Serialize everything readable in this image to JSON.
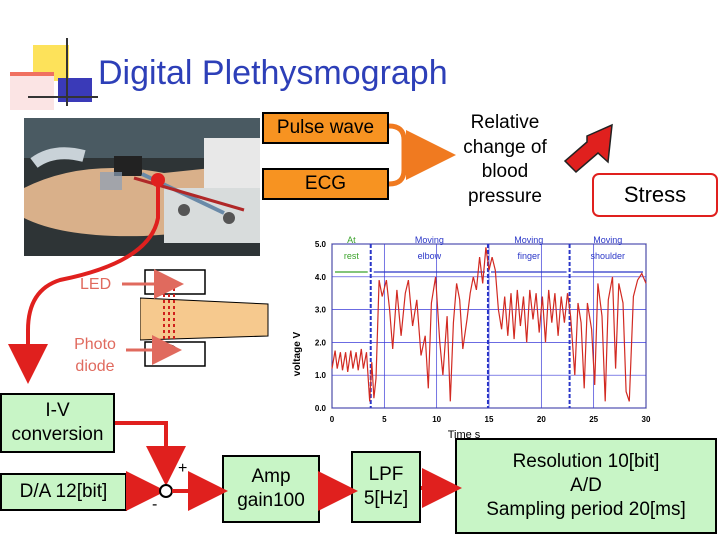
{
  "title": "Digital Plethysmograph",
  "signals": {
    "pulse_wave": "Pulse wave",
    "ecg": "ECG"
  },
  "relative_change": [
    "Relative",
    "change of",
    "blood",
    "pressure"
  ],
  "stress": "Stress",
  "sensor": {
    "led": "LED",
    "photo_diode": [
      "Photo",
      "diode"
    ]
  },
  "blocks": {
    "iv": [
      "I-V",
      "conversion"
    ],
    "da": "D/A 12[bit]",
    "amp": [
      "Amp",
      "gain100"
    ],
    "lpf": [
      "LPF",
      "5[Hz]"
    ],
    "ad": [
      "Resolution 10[bit]",
      "A/D",
      "Sampling period 20[ms]"
    ],
    "plus": "+",
    "minus": "-"
  },
  "colors": {
    "title": "#2d3fb8",
    "orange": "#f79321",
    "green_box": "#c8f5c6",
    "arrow_red": "#e0201e",
    "trace": "#d22a22"
  },
  "chart_data": {
    "type": "line",
    "title": "",
    "xlabel": "Time  s",
    "ylabel": "voltage  V",
    "xlim": [
      0,
      30
    ],
    "ylim": [
      0,
      5
    ],
    "xticks": [
      "0",
      "5",
      "10",
      "15",
      "20",
      "25",
      "30"
    ],
    "yticks": [
      "0.0",
      "1.0",
      "2.0",
      "3.0",
      "4.0",
      "5.0"
    ],
    "grid": true,
    "segments": [
      {
        "label": [
          "At",
          "rest"
        ],
        "start": 0,
        "end": 3.7,
        "color": "#3aa22a"
      },
      {
        "label": [
          "Moving",
          "elbow"
        ],
        "start": 3.7,
        "end": 14.9,
        "color": "#2a36c8"
      },
      {
        "label": [
          "Moving",
          "finger"
        ],
        "start": 14.9,
        "end": 22.7,
        "color": "#2a36c8"
      },
      {
        "label": [
          "Moving",
          "shoulder"
        ],
        "start": 22.7,
        "end": 30,
        "color": "#2a36c8"
      }
    ],
    "series": [
      {
        "values": [
          [
            0,
            1.2
          ],
          [
            0.3,
            1.75
          ],
          [
            0.5,
            1.2
          ],
          [
            0.8,
            1.7
          ],
          [
            1.0,
            1.15
          ],
          [
            1.3,
            1.7
          ],
          [
            1.5,
            1.1
          ],
          [
            1.8,
            1.75
          ],
          [
            2.0,
            1.2
          ],
          [
            2.3,
            1.7
          ],
          [
            2.5,
            1.15
          ],
          [
            2.8,
            1.8
          ],
          [
            3.0,
            1.2
          ],
          [
            3.3,
            1.7
          ],
          [
            3.6,
            0.2
          ],
          [
            3.8,
            1.4
          ],
          [
            4.0,
            0.3
          ],
          [
            4.2,
            0.9
          ],
          [
            4.5,
            3.9
          ],
          [
            4.8,
            3.4
          ],
          [
            5.2,
            3.9
          ],
          [
            5.5,
            3.0
          ],
          [
            5.8,
            1.8
          ],
          [
            6.2,
            3.6
          ],
          [
            6.6,
            2.2
          ],
          [
            7.0,
            3.5
          ],
          [
            7.3,
            3.9
          ],
          [
            7.7,
            2.5
          ],
          [
            8.1,
            3.3
          ],
          [
            8.5,
            1.6
          ],
          [
            8.9,
            2.2
          ],
          [
            9.2,
            0.6
          ],
          [
            9.5,
            3.2
          ],
          [
            9.9,
            4.0
          ],
          [
            10.3,
            2.0
          ],
          [
            10.6,
            1.0
          ],
          [
            11.0,
            2.8
          ],
          [
            11.3,
            0.2
          ],
          [
            11.6,
            2.6
          ],
          [
            11.9,
            3.8
          ],
          [
            12.2,
            3.3
          ],
          [
            12.5,
            1.8
          ],
          [
            12.9,
            2.7
          ],
          [
            13.2,
            3.5
          ],
          [
            13.5,
            4.0
          ],
          [
            13.8,
            3.6
          ],
          [
            14.1,
            4.6
          ],
          [
            14.4,
            3.8
          ],
          [
            14.7,
            4.9
          ],
          [
            15.0,
            4.2
          ],
          [
            15.3,
            4.6
          ],
          [
            15.6,
            4.2
          ],
          [
            15.9,
            3.0
          ],
          [
            16.2,
            2.4
          ],
          [
            16.5,
            3.4
          ],
          [
            16.8,
            2.2
          ],
          [
            17.1,
            3.5
          ],
          [
            17.4,
            2.1
          ],
          [
            17.7,
            3.6
          ],
          [
            18.0,
            2.5
          ],
          [
            18.3,
            3.4
          ],
          [
            18.6,
            2.0
          ],
          [
            18.9,
            3.6
          ],
          [
            19.2,
            2.7
          ],
          [
            19.5,
            3.5
          ],
          [
            19.8,
            2.3
          ],
          [
            20.1,
            3.4
          ],
          [
            20.4,
            2.0
          ],
          [
            20.7,
            3.6
          ],
          [
            21.0,
            2.6
          ],
          [
            21.3,
            3.5
          ],
          [
            21.6,
            2.2
          ],
          [
            21.9,
            3.4
          ],
          [
            22.2,
            2.6
          ],
          [
            22.5,
            3.5
          ],
          [
            22.8,
            2.8
          ],
          [
            23.2,
            1.0
          ],
          [
            23.5,
            3.2
          ],
          [
            23.8,
            2.6
          ],
          [
            24.1,
            0.6
          ],
          [
            24.4,
            3.2
          ],
          [
            24.8,
            2.4
          ],
          [
            25.1,
            0.7
          ],
          [
            25.4,
            3.8
          ],
          [
            25.8,
            2.8
          ],
          [
            26.1,
            0.2
          ],
          [
            26.4,
            3.3
          ],
          [
            26.8,
            4.0
          ],
          [
            27.1,
            1.2
          ],
          [
            27.4,
            3.8
          ],
          [
            27.8,
            3.2
          ],
          [
            28.1,
            0.5
          ],
          [
            28.4,
            0.2
          ],
          [
            28.8,
            3.4
          ],
          [
            29.2,
            3.9
          ],
          [
            29.6,
            4.1
          ],
          [
            30.0,
            3.8
          ]
        ]
      }
    ]
  }
}
